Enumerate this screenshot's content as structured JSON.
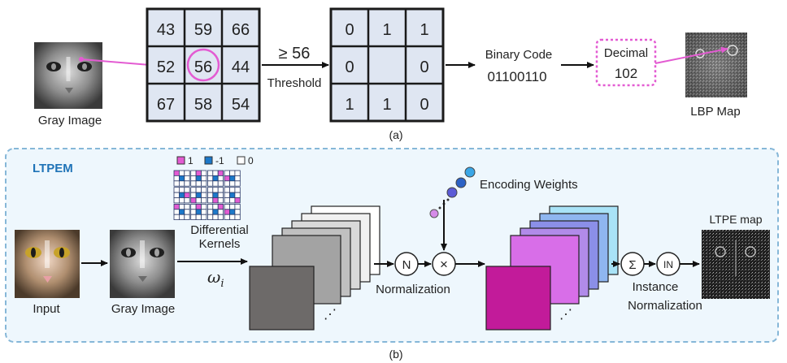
{
  "panel_a": {
    "gray_image_label": "Gray Image",
    "neighborhood": [
      "43",
      "59",
      "66",
      "52",
      "56",
      "44",
      "67",
      "58",
      "54"
    ],
    "threshold_symbol": "≥ 56",
    "threshold_label": "Threshold",
    "binary_grid": [
      "0",
      "1",
      "1",
      "0",
      "",
      "0",
      "1",
      "1",
      "0"
    ],
    "binary_code_label": "Binary Code",
    "binary_code_value": "01100110",
    "decimal_label": "Decimal",
    "decimal_value": "102",
    "lbp_map_label": "LBP Map",
    "caption": "(a)"
  },
  "panel_b": {
    "module_title": "LTPEM",
    "legend": [
      "1",
      "-1",
      "0"
    ],
    "kernel_label_line1": "Differential",
    "kernel_label_line2": "Kernels",
    "omega_label": "ω",
    "omega_subscript": "i",
    "input_label": "Input",
    "gray_image_label": "Gray Image",
    "encoding_weights_label": "Encoding Weights",
    "norm_op": "N",
    "mult_op": "×",
    "normalization_label": "Normalization",
    "sum_op": "Σ",
    "in_op": "IN",
    "instance_norm_line1": "Instance",
    "instance_norm_line2": "Normalization",
    "ltpe_map_label": "LTPE map",
    "ellipsis": "⋰",
    "caption": "(b)"
  },
  "colors": {
    "grid_fill": "#dfe6f2",
    "grid_border": "#1a1a1a",
    "pink": "#e35bd2",
    "panel_b_bg": "#eef7fd",
    "panel_b_border": "#86b7d8",
    "title_blue": "#1f73b7"
  }
}
